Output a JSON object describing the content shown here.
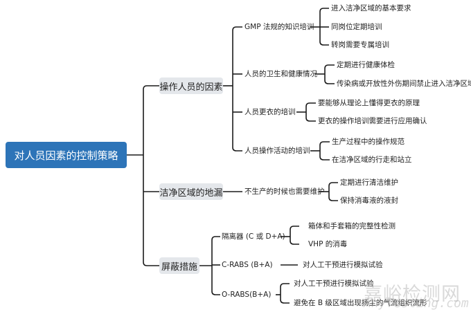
{
  "root": {
    "label": "对人员因素的控制策略",
    "color": "#2d74b8"
  },
  "branches": [
    {
      "label": "操作人员的因素",
      "children": [
        {
          "label": "GMP 法规的知识培训",
          "children": [
            "进入洁净区域的基本要求",
            "同岗位定期培训",
            "转岗需要专属培训"
          ]
        },
        {
          "label": "人员的卫生和健康情况",
          "children": [
            "定期进行健康体检",
            "传染病或开放性外伤期间禁止进入洁净区域"
          ]
        },
        {
          "label": "人员更衣的培训",
          "children": [
            "要能够从理论上懂得更衣的原理",
            "更衣的操作培训需要进行应用确认"
          ]
        },
        {
          "label": "人员操作活动的培训",
          "children": [
            "生产过程中的操作规范",
            "在洁净区域的行走和站立"
          ]
        }
      ]
    },
    {
      "label": "洁净区域的地漏",
      "children": [
        {
          "label": "不生产的时候也需要维护",
          "children": [
            "定期进行清洁维护",
            "保持消毒液的液封"
          ]
        }
      ]
    },
    {
      "label": "屏蔽措施",
      "children": [
        {
          "label": "隔离器 (C 或 D+A)",
          "children": [
            "箱体和手套箱的完整性检测",
            "VHP 的消毒"
          ]
        },
        {
          "label": "C-RABS (B+A)",
          "children": [
            "对人工干预进行模拟试验"
          ]
        },
        {
          "label": "O-RABS(B+A)",
          "children": [
            "对人工干预进行模拟试验",
            "避免在 B 级区域出现扬尘的气流组织流形"
          ]
        }
      ]
    }
  ],
  "watermark": {
    "cn": "嘉峪检测网",
    "en": "AnyTesting.com"
  }
}
